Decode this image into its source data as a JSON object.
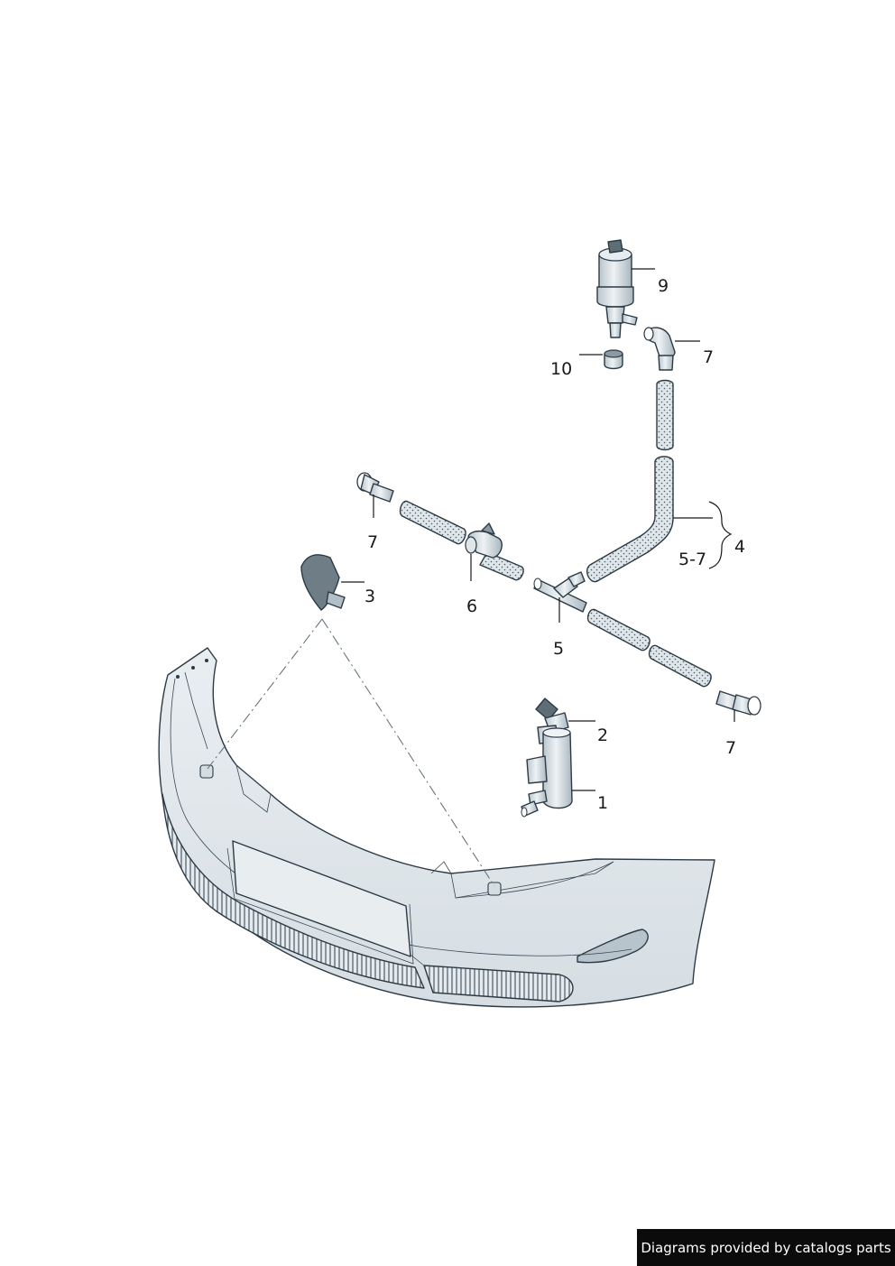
{
  "callouts": {
    "c1": "1",
    "c2": "2",
    "c3": "3",
    "c4": "4",
    "c5": "5",
    "c6": "6",
    "c7a": "7",
    "c7b": "7",
    "c7c": "7",
    "c9": "9",
    "c10": "10",
    "c57": "5-7"
  },
  "footer": {
    "credit": "Diagrams provided by catalogs parts"
  }
}
